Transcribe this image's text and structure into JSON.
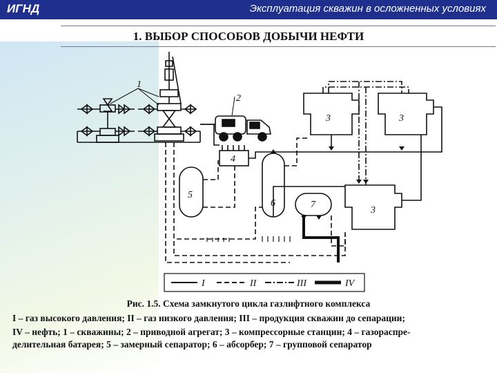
{
  "header": {
    "left": "ИГНД",
    "right": "Эксплуатация скважин в осложненных условиях"
  },
  "title": "1. ВЫБОР СПОСОБОВ ДОБЫЧИ НЕФТИ",
  "diagram": {
    "labels": {
      "wells": "1",
      "drive": "2",
      "compressor": "3",
      "distributor": "4",
      "meter_sep": "5",
      "absorber": "6",
      "group_sep": "7"
    },
    "legend": [
      "I",
      "II",
      "III",
      "IV"
    ]
  },
  "caption": {
    "title": "Рис. 1.5. Схема замкнутого цикла газлифтного комплекса",
    "line1": "I – газ высокого давления; II – газ низкого давления; III – продукция скважин до сепарации;",
    "line2": "IV – нефть; 1 – скважины; 2 – приводной агрегат; 3 – компрессорные станции; 4 – газораспре-",
    "line3": "делительная батарея; 5 – замерный сепаратор; 6 – абсорбер; 7 – групповой сепаратор"
  },
  "colors": {
    "header_bg": "#1f2f8e",
    "line": "#111111"
  }
}
